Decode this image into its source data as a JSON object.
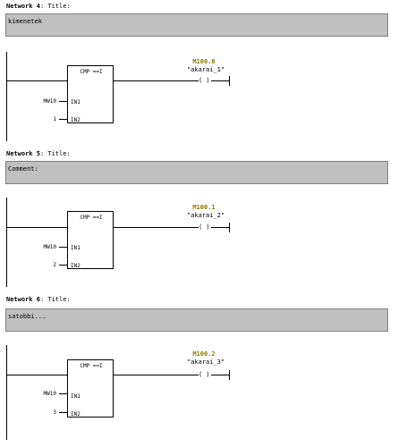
{
  "networks": [
    {
      "label": "Network 4",
      "title_suffix": ": Title:",
      "comment": "kimenetek",
      "block": "CMP ==I",
      "in1_label": "IN1",
      "in2_label": "IN2",
      "in1_value": "MW10",
      "in2_value": "1",
      "coil_address": "M100.0",
      "coil_symbol": "\"akarai_1\"",
      "coil_glyph": "( )"
    },
    {
      "label": "Network 5",
      "title_suffix": ": Title:",
      "comment": "Comment:",
      "block": "CMP ==I",
      "in1_label": "IN1",
      "in2_label": "IN2",
      "in1_value": "MW10",
      "in2_value": "2",
      "coil_address": "M100.1",
      "coil_symbol": "\"akarai_2\"",
      "coil_glyph": "( )"
    },
    {
      "label": "Network 6",
      "title_suffix": ": Title:",
      "comment": "satobbi...",
      "block": "CMP ==I",
      "in1_label": "IN1",
      "in2_label": "IN2",
      "in1_value": "MW10",
      "in2_value": "3",
      "coil_address": "M100.2",
      "coil_symbol": "\"akarai_3\"",
      "coil_glyph": "( )"
    }
  ]
}
